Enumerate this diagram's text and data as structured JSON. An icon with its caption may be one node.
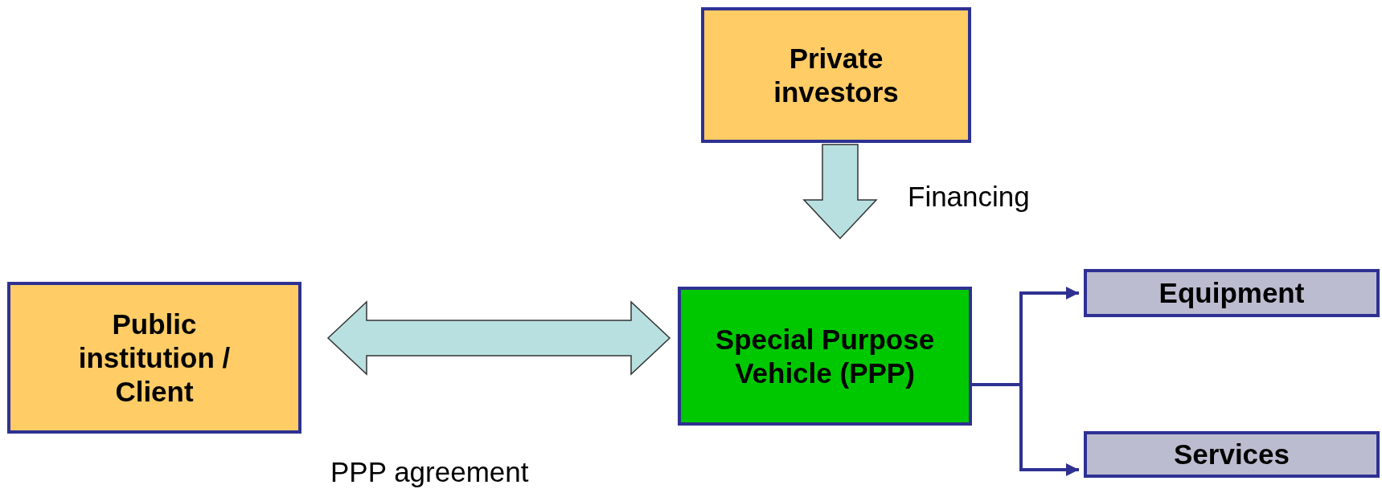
{
  "diagram": {
    "nodes": [
      {
        "text": [
          "Private investors"
        ]
      },
      {
        "text": [
          "Public institution / Client"
        ]
      },
      {
        "text": [
          "Special Purpose Vehicle (PPP)"
        ]
      },
      {
        "text": [
          "Equipment"
        ]
      },
      {
        "text": [
          "Services"
        ]
      }
    ],
    "edges": [
      {
        "from": 0,
        "to": 2,
        "arrow": "to",
        "label": "Financing",
        "style": "thick"
      },
      {
        "from": 1,
        "to": 2,
        "arrow": "both",
        "label": "PPP agreement",
        "style": "thick"
      },
      {
        "from": 2,
        "to": 3,
        "arrow": "to"
      },
      {
        "from": 2,
        "to": 4,
        "arrow": "to"
      }
    ]
  }
}
